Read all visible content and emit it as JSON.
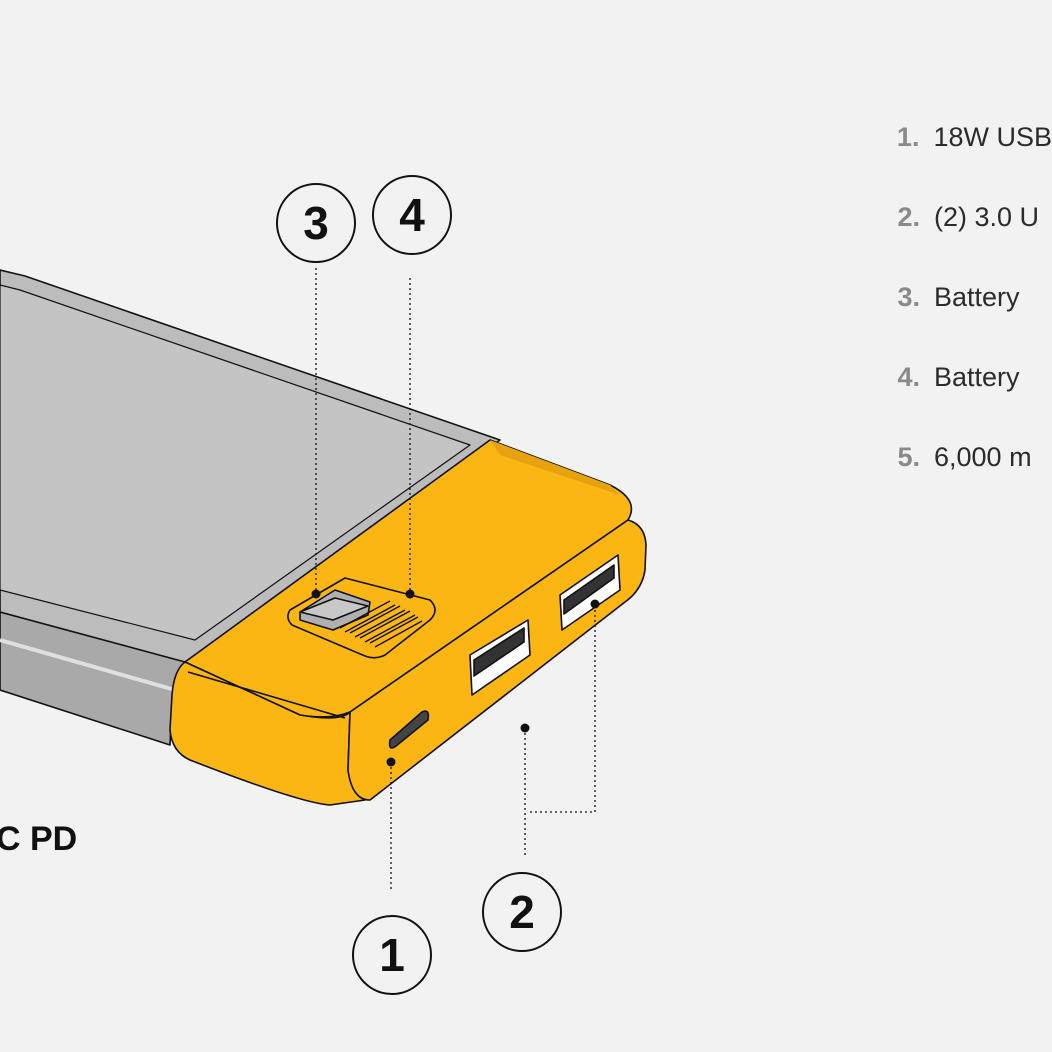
{
  "features": [
    {
      "number": "1.",
      "label": "18W USB"
    },
    {
      "number": "2.",
      "label": "(2) 3.0 U"
    },
    {
      "number": "3.",
      "label": "Battery"
    },
    {
      "number": "4.",
      "label": "Battery"
    },
    {
      "number": "5.",
      "label": "6,000 m"
    }
  ],
  "caption": "C PD",
  "callouts": [
    "1",
    "2",
    "3",
    "4"
  ],
  "colors": {
    "accent": "#fbb614",
    "body": "#bdbdbd",
    "background": "#f2f2f2"
  }
}
